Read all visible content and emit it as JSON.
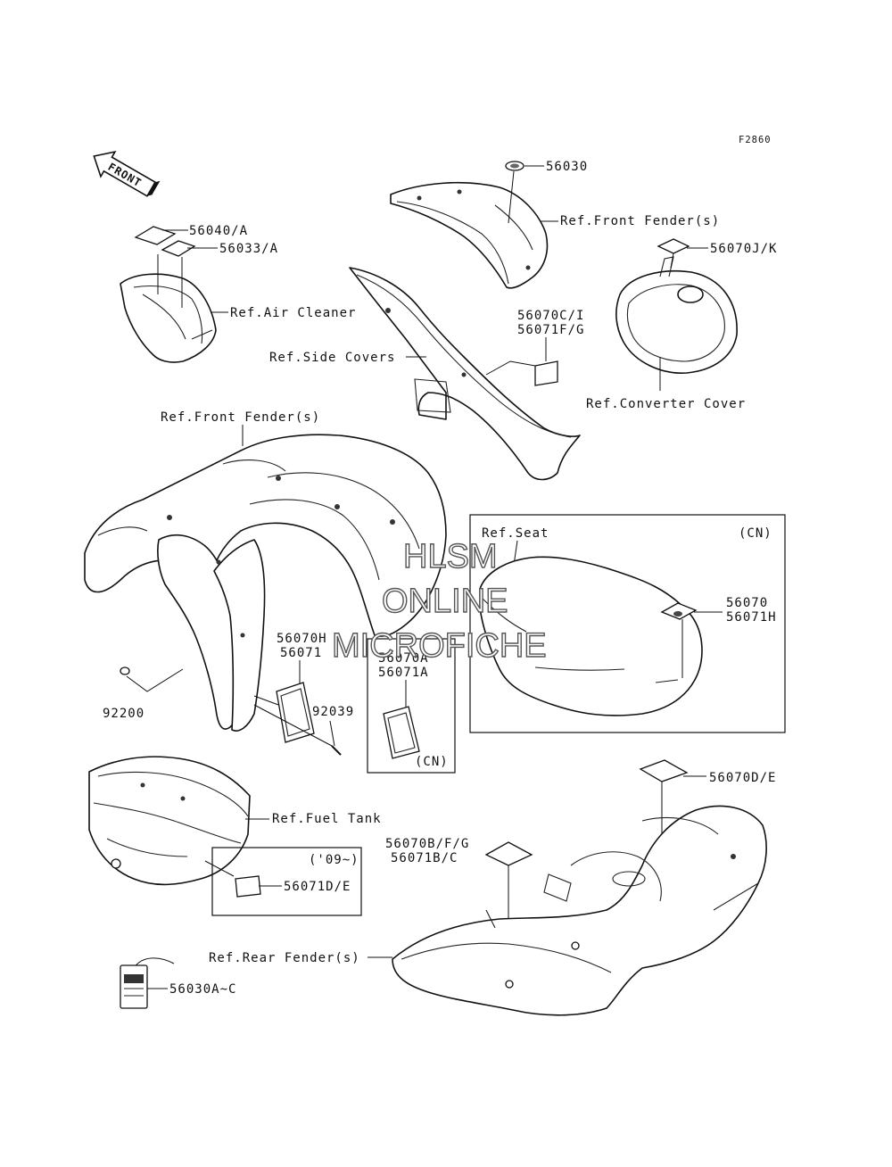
{
  "diagram_code": "F2860",
  "front_arrow": "FRONT",
  "labels": {
    "l56030": "56030",
    "ref_front_fender_top": "Ref.Front Fender(s)",
    "l56040": "56040/A",
    "l56033": "56033/A",
    "ref_air_cleaner": "Ref.Air Cleaner",
    "l56070jk": "56070J/K",
    "ref_side_covers": "Ref.Side Covers",
    "l56070ci": "56070C/I",
    "l56071fg": "56071F/G",
    "ref_converter_cover": "Ref.Converter Cover",
    "ref_front_fender_mid": "Ref.Front Fender(s)",
    "ref_seat": "Ref.Seat",
    "seat_cn": "(CN)",
    "l56070": "56070",
    "l56071h": "56071H",
    "l56070h": "56070H",
    "l56071": "56071",
    "l56070a": "56070A",
    "l56071a": "56071A",
    "box_cn": "(CN)",
    "l92200": "92200",
    "l92039": "92039",
    "ref_fuel_tank": "Ref.Fuel Tank",
    "l56070de": "56070D/E",
    "l56070bfg": "56070B/F/G",
    "l56071bc": "56071B/C",
    "year09": "('09~)",
    "l56071de": "56071D/E",
    "ref_rear_fender": "Ref.Rear Fender(s)",
    "l56030ac": "56030A~C"
  },
  "watermark": {
    "line1": "HLSM",
    "line2": "ONLINE",
    "line3": "MICROFICHE"
  }
}
